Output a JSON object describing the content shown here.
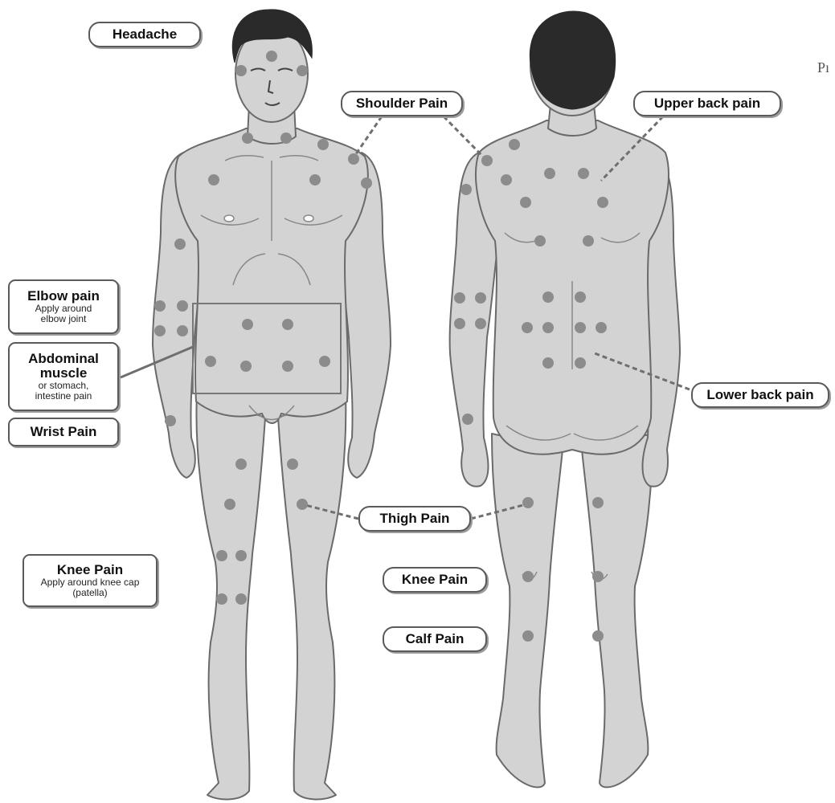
{
  "labels": {
    "headache": {
      "title": "Headache"
    },
    "shoulder": {
      "title": "Shoulder Pain"
    },
    "upper_back": {
      "title": "Upper back pain"
    },
    "elbow": {
      "title": "Elbow pain",
      "sub": "Apply around elbow joint"
    },
    "abdominal": {
      "title": "Abdominal muscle",
      "sub": "or stomach, intestine pain"
    },
    "wrist": {
      "title": "Wrist Pain"
    },
    "lower_back": {
      "title": "Lower back pain"
    },
    "thigh": {
      "title": "Thigh Pain"
    },
    "knee_front": {
      "title": "Knee Pain",
      "sub": "Apply around knee cap (patella)"
    },
    "knee_back": {
      "title": "Knee Pain"
    },
    "calf": {
      "title": "Calf Pain"
    }
  },
  "cut_text": "Pı",
  "colors": {
    "skin": "#d3d3d3",
    "outline": "#6a6a6a",
    "hair": "#2a2a2a",
    "point": "#8c8c8c",
    "leader": "#6f6f6f"
  }
}
